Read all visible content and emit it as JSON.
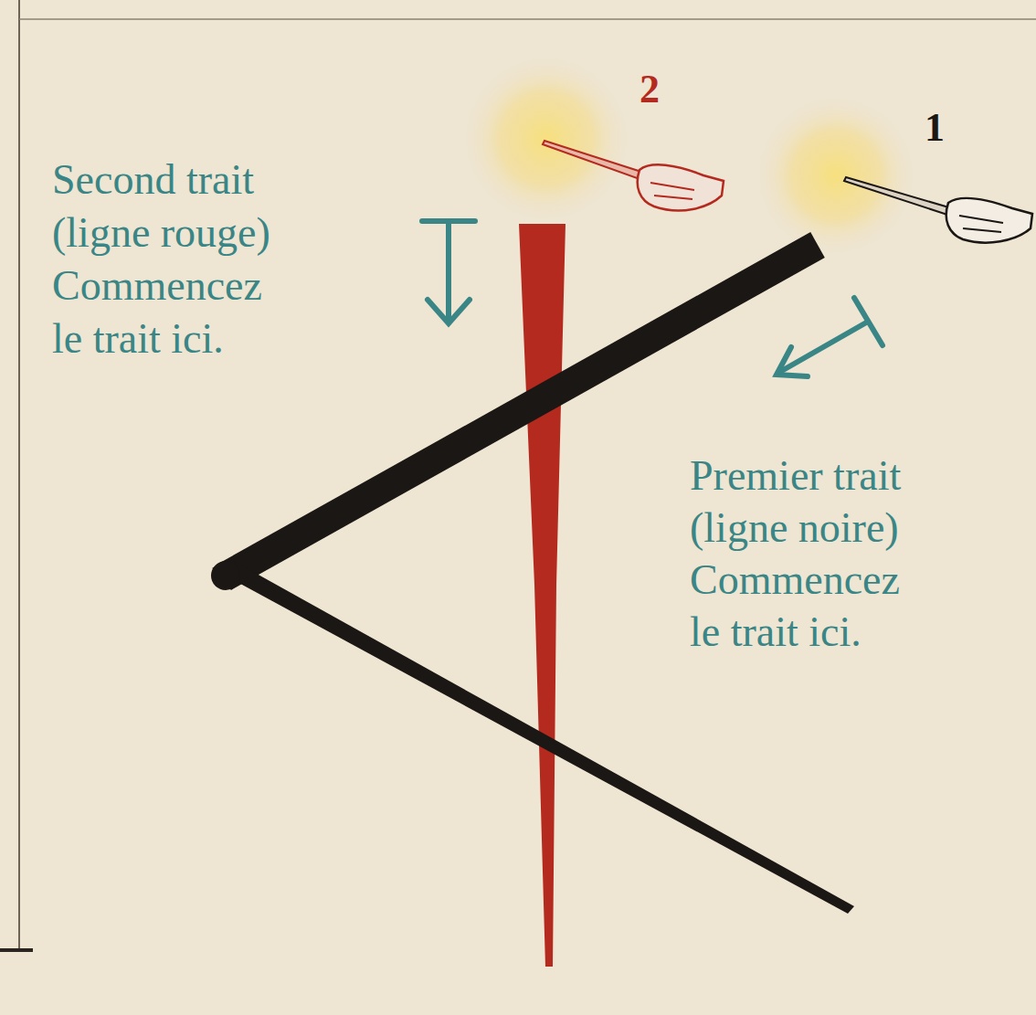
{
  "diagram": {
    "labels": [
      "2",
      "1",
      "Second trait (ligne rouge) Commencez le trait ici.",
      "Premier trait (ligne noire) Commencez le trait ici."
    ]
  }
}
